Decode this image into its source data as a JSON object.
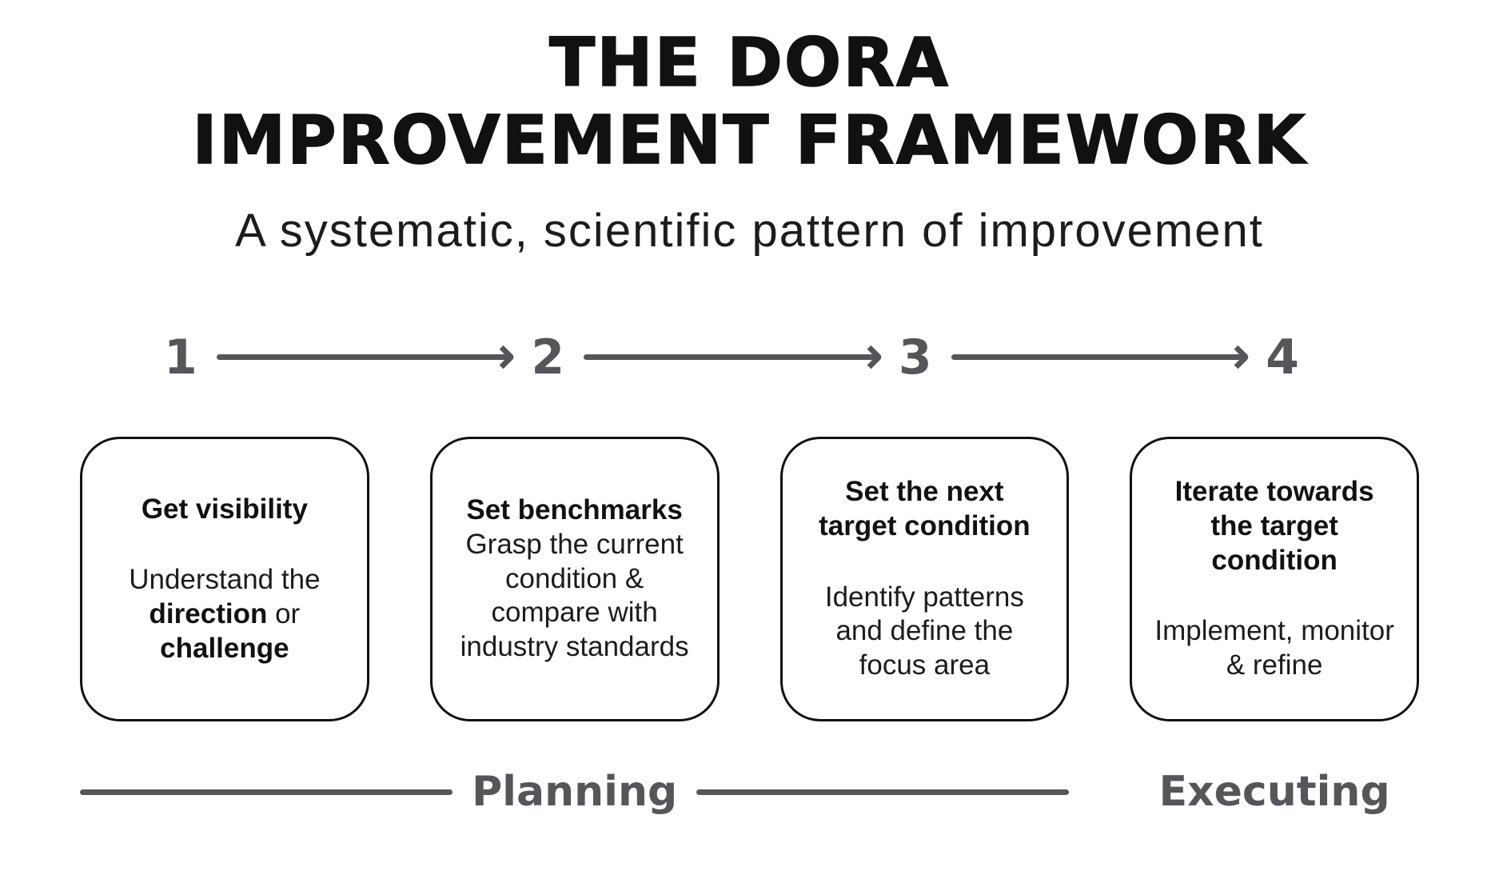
{
  "title": {
    "line1": "THE DORA",
    "line2": "IMPROVEMENT FRAMEWORK"
  },
  "subtitle": "A systematic, scientific pattern of improvement",
  "steps": [
    {
      "number": "1",
      "heading": "Get visibility",
      "body": [
        {
          "text": "Understand the ",
          "bold": false
        },
        {
          "text": "direction",
          "bold": true
        },
        {
          "text": " or ",
          "bold": false
        },
        {
          "text": "challenge",
          "bold": true
        }
      ]
    },
    {
      "number": "2",
      "heading": "Set benchmarks",
      "body": [
        {
          "text": "Grasp the current condition & compare with industry standards",
          "bold": false
        }
      ]
    },
    {
      "number": "3",
      "heading": "Set the next target condition",
      "body": [
        {
          "text": "Identify patterns and define the focus area",
          "bold": false
        }
      ]
    },
    {
      "number": "4",
      "heading": "Iterate towards the target condition",
      "body": [
        {
          "text": "Implement, monitor & refine",
          "bold": false
        }
      ]
    }
  ],
  "phases": {
    "planning": "Planning",
    "executing": "Executing"
  },
  "colors": {
    "text": "#111111",
    "accent_gray": "#55565A",
    "background": "#FFFFFF",
    "box_border": "#111111"
  }
}
